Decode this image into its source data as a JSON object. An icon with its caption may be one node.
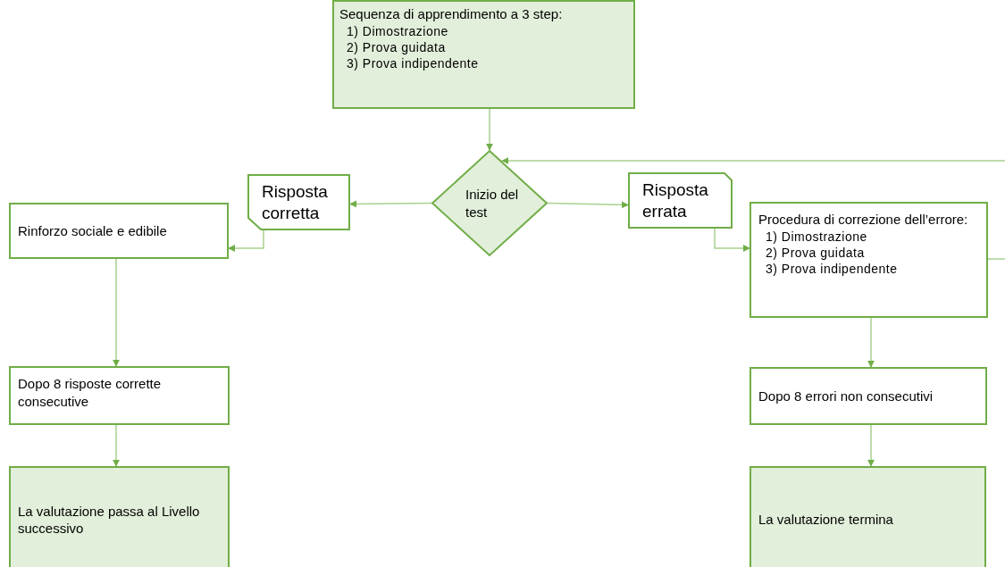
{
  "diagram": {
    "nodes": [
      {
        "text": [
          "Sequenza di apprendimento a 3 step:",
          "1) Dimostrazione",
          "2) Prova guidata",
          "3) Prova indipendente"
        ]
      },
      {
        "text": [
          "Inizio del test"
        ]
      },
      {
        "text": [
          "Risposta corretta"
        ]
      },
      {
        "text": [
          "Risposta errata"
        ]
      },
      {
        "text": [
          "Rinforzo sociale e edibile"
        ]
      },
      {
        "text": [
          "Procedura di correzione dell’errore:",
          "1) Dimostrazione",
          "2) Prova guidata",
          "3) Prova indipendente"
        ]
      },
      {
        "text": [
          "Dopo 8 risposte corrette consecutive"
        ]
      },
      {
        "text": [
          "Dopo 8 errori non consecutivi"
        ]
      },
      {
        "text": [
          "La valutazione passa al Livello successivo"
        ]
      },
      {
        "text": [
          "La valutazione termina"
        ]
      }
    ],
    "edges": [
      {
        "from": 0,
        "to": 1,
        "arrow": "to"
      },
      {
        "from": 1,
        "to": 2,
        "arrow": "to"
      },
      {
        "from": 1,
        "to": 3,
        "arrow": "to"
      },
      {
        "from": 2,
        "to": 4,
        "arrow": "to"
      },
      {
        "from": 3,
        "to": 5,
        "arrow": "to"
      },
      {
        "from": 5,
        "to": 1,
        "arrow": "to"
      },
      {
        "from": 4,
        "to": 6,
        "arrow": "to"
      },
      {
        "from": 6,
        "to": 8,
        "arrow": "to"
      },
      {
        "from": 5,
        "to": 7,
        "arrow": "to"
      },
      {
        "from": 7,
        "to": 9,
        "arrow": "to"
      }
    ]
  }
}
